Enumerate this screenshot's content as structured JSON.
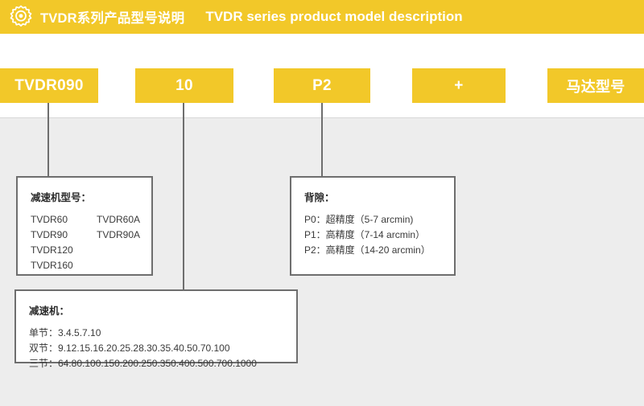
{
  "header": {
    "icon": "gear-icon",
    "title_cn": "TVDR系列产品型号说明",
    "title_en": "TVDR series product model description",
    "bg_color": "#F2C829",
    "text_color": "#FFFFFF"
  },
  "model_chips": [
    {
      "label": "TVDR090",
      "lang": "en"
    },
    {
      "label": "10",
      "lang": "en"
    },
    {
      "label": "P2",
      "lang": "en"
    },
    {
      "label": "+",
      "lang": "en"
    },
    {
      "label": "马达型号",
      "lang": "cn"
    }
  ],
  "info_boxes": {
    "model": {
      "title": "减速机型号：",
      "columns": [
        [
          "TVDR60",
          "TVDR90",
          "TVDR120",
          "TVDR160"
        ],
        [
          "TVDR60A",
          "TVDR90A",
          "",
          ""
        ]
      ]
    },
    "backlash": {
      "title": "背隙：",
      "lines": [
        "P0：超精度（5-7 arcmin)",
        "P1：高精度（7-14 arcmin）",
        "P2：高精度（14-20 arcmin）"
      ]
    },
    "ratio": {
      "title": "减速机：",
      "lines": [
        "单节：3.4.5.7.10",
        "双节：9.12.15.16.20.25.28.30.35.40.50.70.100",
        "三节：64.80.100.150.200.250.350.400.500.700.1000"
      ]
    }
  },
  "colors": {
    "accent_yellow": "#F2C829",
    "panel_gray": "#EDEDED",
    "line_gray": "#6E6E6E",
    "box_white": "#FFFFFF"
  }
}
